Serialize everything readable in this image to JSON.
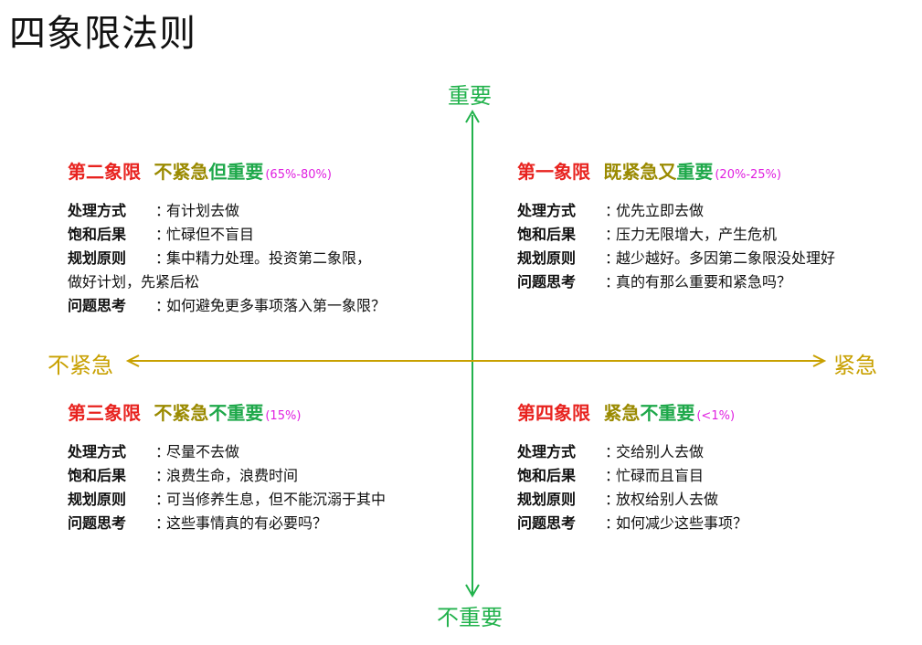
{
  "title": "四象限法则",
  "colors": {
    "axis_v": "#22b24c",
    "axis_h": "#c8a000",
    "red": "#e8231f",
    "olive": "#9a8a00",
    "green": "#1ea84a",
    "magenta": "#e020e0"
  },
  "axes": {
    "top": "重要",
    "bottom": "不重要",
    "left": "不紧急",
    "right": "紧急"
  },
  "q2": {
    "name": "第二象限",
    "urgency": "不紧急",
    "connector": "但",
    "importance": "重要",
    "pct": "(65%-80%)",
    "rows": [
      {
        "label": "处理方式",
        "text": "有计划去做"
      },
      {
        "label": "饱和后果",
        "text": "忙碌但不盲目"
      },
      {
        "label": "规划原则",
        "text": "集中精力处理。投资第二象限，"
      },
      {
        "label": "",
        "text": "做好计划，先紧后松"
      },
      {
        "label": "问题思考",
        "text": "如何避免更多事项落入第一象限？"
      }
    ]
  },
  "q1": {
    "name": "第一象限",
    "urgency": "既紧急",
    "connector": "又",
    "importance": "重要",
    "pct": "(20%-25%)",
    "rows": [
      {
        "label": "处理方式",
        "text": "优先立即去做"
      },
      {
        "label": "饱和后果",
        "text": "压力无限增大，产生危机"
      },
      {
        "label": "规划原则",
        "text": "越少越好。多因第二象限没处理好"
      },
      {
        "label": "问题思考",
        "text": "真的有那么重要和紧急吗？"
      }
    ]
  },
  "q3": {
    "name": "第三象限",
    "urgency": "不紧急",
    "connector": "",
    "importance": "不重要",
    "pct": "(15%)",
    "rows": [
      {
        "label": "处理方式",
        "text": "尽量不去做"
      },
      {
        "label": "饱和后果",
        "text": "浪费生命，浪费时间"
      },
      {
        "label": "规划原则",
        "text": "可当修养生息，但不能沉溺于其中"
      },
      {
        "label": "问题思考",
        "text": "这些事情真的有必要吗？"
      }
    ]
  },
  "q4": {
    "name": "第四象限",
    "urgency": "紧急",
    "connector": "",
    "importance": "不重要",
    "pct": "(<1%)",
    "rows": [
      {
        "label": "处理方式",
        "text": "交给别人去做"
      },
      {
        "label": "饱和后果",
        "text": "忙碌而且盲目"
      },
      {
        "label": "规划原则",
        "text": "放权给别人去做"
      },
      {
        "label": "问题思考",
        "text": "如何减少这些事项？"
      }
    ]
  }
}
